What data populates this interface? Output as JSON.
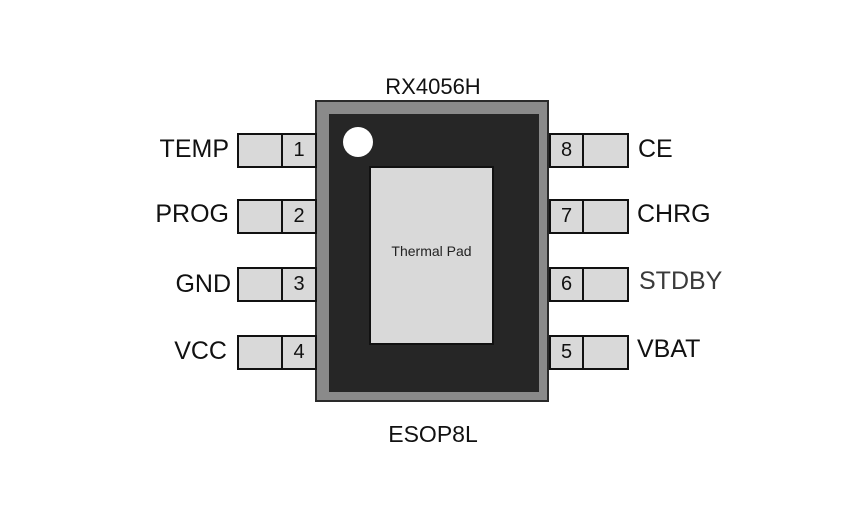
{
  "chip": {
    "part_number": "RX4056H",
    "package": "ESOP8L",
    "thermal_pad_label": "Thermal Pad",
    "colors": {
      "body_border": "#8a8a8a",
      "body_fill": "#262626",
      "pad_fill": "#d9d9d9",
      "pin_fill": "#d9d9d9",
      "pin1_marker": "#ffffff"
    }
  },
  "pins_left": [
    {
      "number": "1",
      "name": "TEMP"
    },
    {
      "number": "2",
      "name": "PROG"
    },
    {
      "number": "3",
      "name": "GND"
    },
    {
      "number": "4",
      "name": "VCC"
    }
  ],
  "pins_right": [
    {
      "number": "8",
      "name": "CE"
    },
    {
      "number": "7",
      "name": "CHRG"
    },
    {
      "number": "6",
      "name": "STDBY"
    },
    {
      "number": "5",
      "name": "VBAT"
    }
  ]
}
